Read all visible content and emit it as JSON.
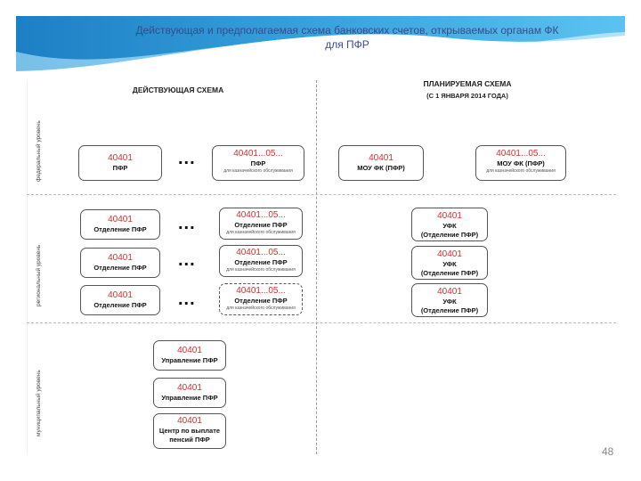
{
  "title": "Действующая и предполагаемая схема банковских счетов, открываемых органам ФК для ПФР",
  "current_header": "ДЕЙСТВУЮЩАЯ СХЕМА",
  "planned_header": "ПЛАНИРУЕМАЯ СХЕМА",
  "planned_subheader": "(С 1 ЯНВАРЯ 2014 ГОДА)",
  "levels": {
    "federal": "федеральный уровень",
    "regional": "региональный уровень",
    "municipal": "муниципальный уровень"
  },
  "ellipsis": "...",
  "boxes": {
    "fed_pfr": {
      "num": "40401",
      "label": "ПФР"
    },
    "fed_pfr_05": {
      "num": "40401...05...",
      "label": "ПФР",
      "note": "для казначейского обслуживания"
    },
    "fed_mou": {
      "num": "40401",
      "label": "МОУ ФК (ПФР)"
    },
    "fed_mou_05": {
      "num": "40401...05...",
      "label": "МОУ ФК (ПФР)",
      "note": "для казначейского обслуживания"
    },
    "reg1": {
      "num": "40401",
      "label": "Отделение ПФР"
    },
    "reg2": {
      "num": "40401",
      "label": "Отделение ПФР"
    },
    "reg3": {
      "num": "40401",
      "label": "Отделение ПФР"
    },
    "reg1_05": {
      "num": "40401...05...",
      "label": "Отделение ПФР",
      "note": "для казначейского обслуживания"
    },
    "reg2_05": {
      "num": "40401...05...",
      "label": "Отделение ПФР",
      "note": "для казначейского обслуживания"
    },
    "reg3_05": {
      "num": "40401...05...",
      "label": "Отделение ПФР",
      "note": "для казначейского обслуживания"
    },
    "ufk1": {
      "num": "40401",
      "label": "УФК",
      "label2": "(Отделение ПФР)"
    },
    "ufk2": {
      "num": "40401",
      "label": "УФК",
      "label2": "(Отделение ПФР)"
    },
    "ufk3": {
      "num": "40401",
      "label": "УФК",
      "label2": "(Отделение ПФР)"
    },
    "mun1": {
      "num": "40401",
      "label": "Управление ПФР"
    },
    "mun2": {
      "num": "40401",
      "label": "Управление ПФР"
    },
    "mun3": {
      "num": "40401",
      "label": "Центр по выплате",
      "label2": "пенсий ПФР"
    }
  },
  "page_number": "48"
}
